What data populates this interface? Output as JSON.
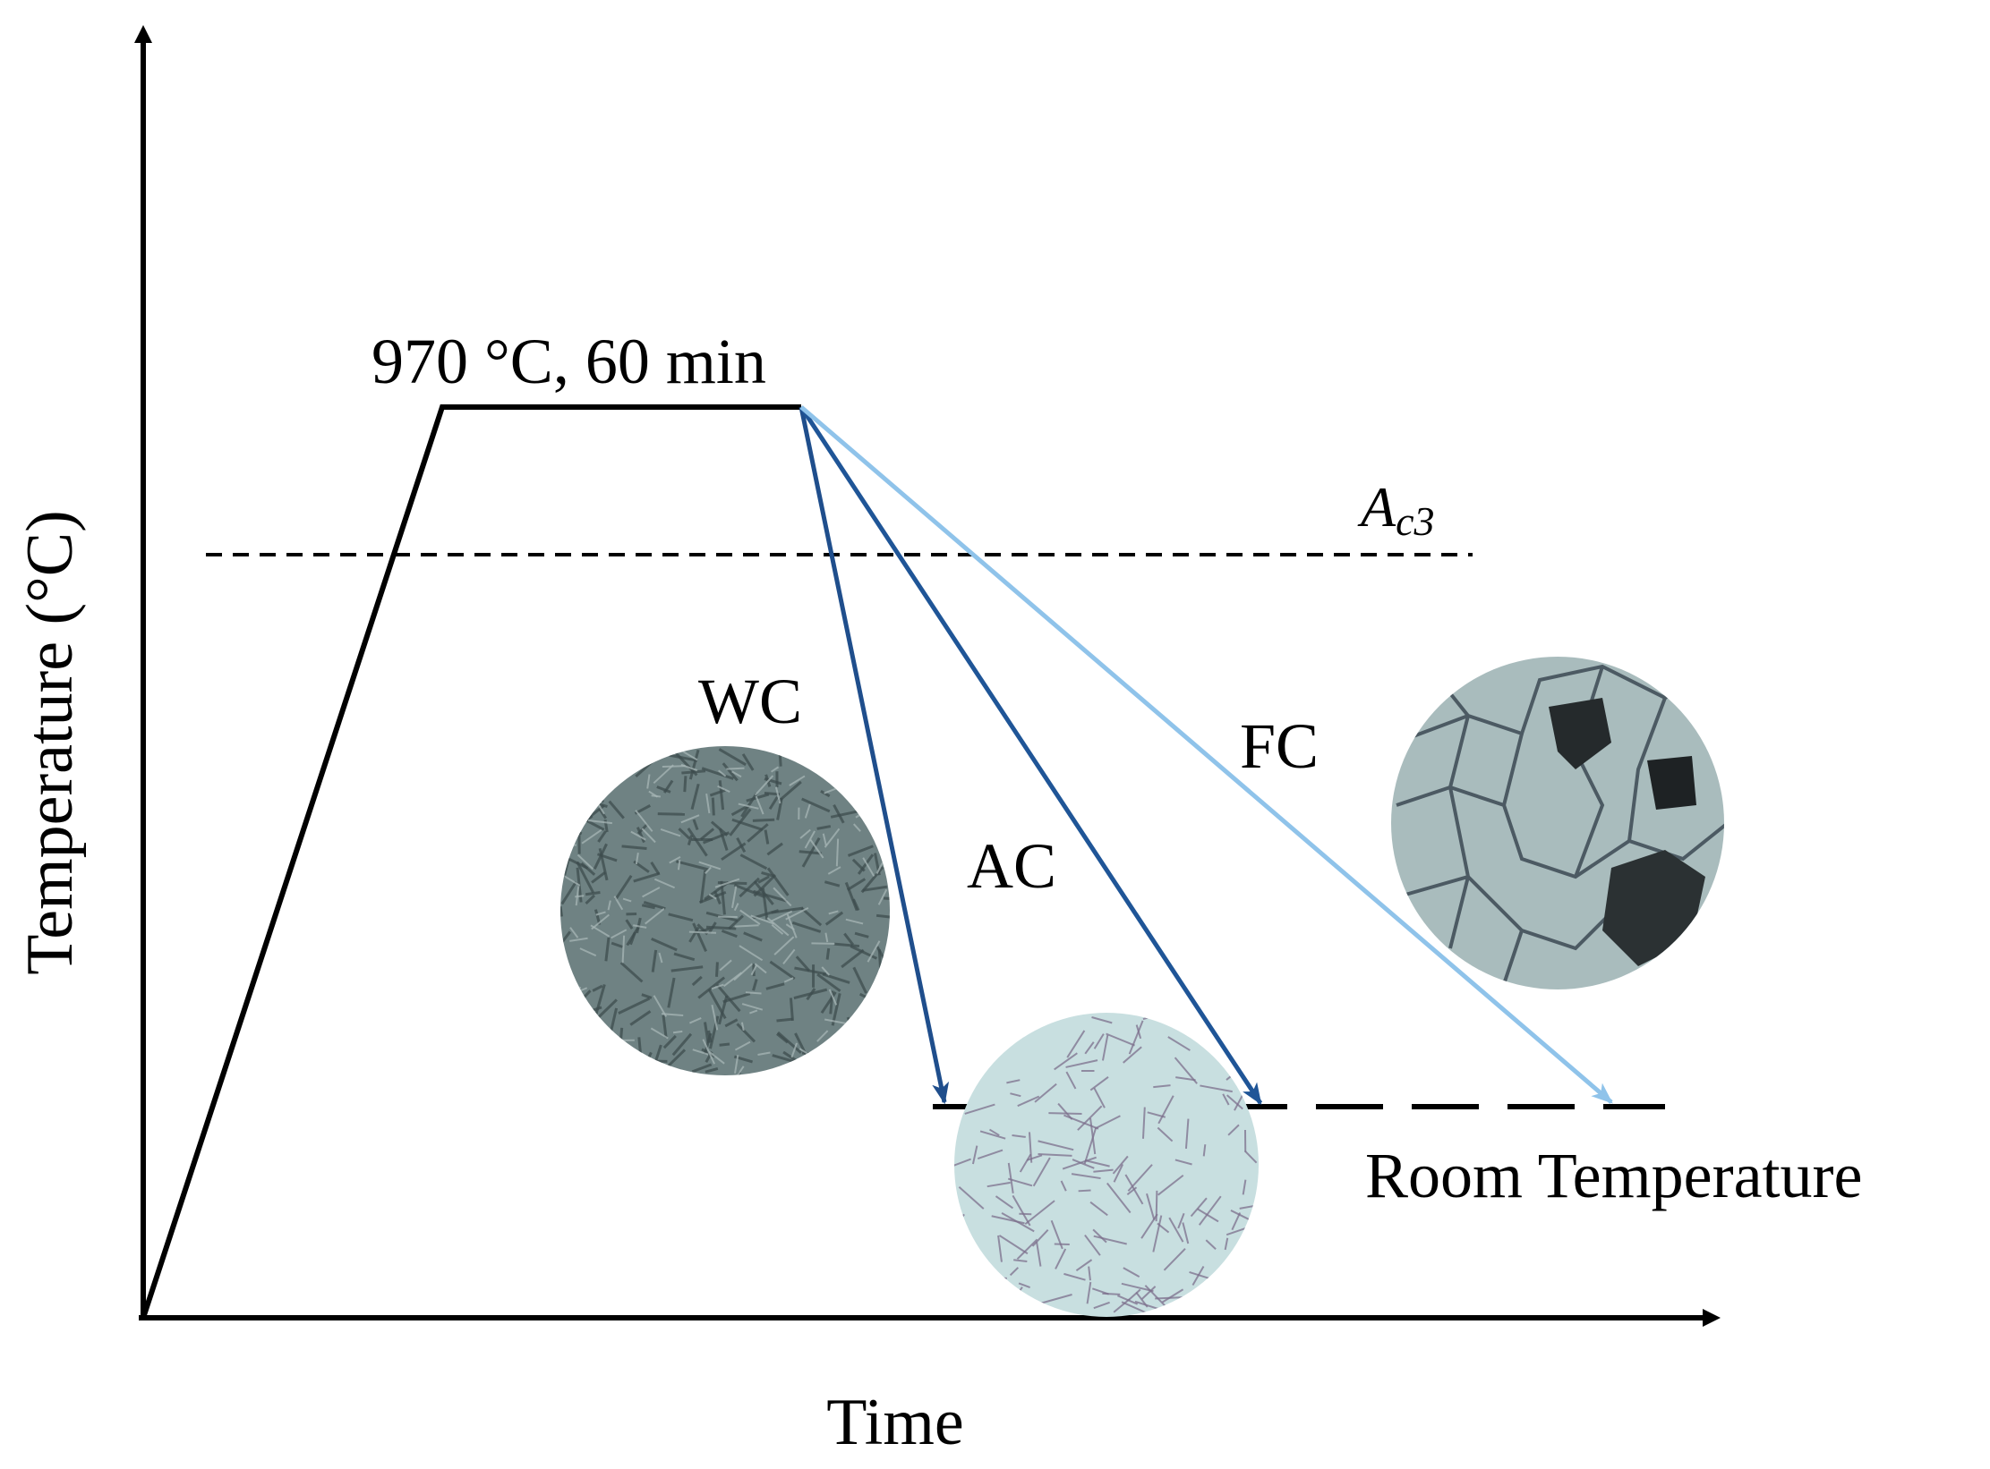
{
  "axes": {
    "y_label": "Temperature (°C)",
    "x_label": "Time"
  },
  "annotations": {
    "soak": "970 °C,  60 min",
    "ac3_main": "A",
    "ac3_sub": "c3",
    "room_temperature": "Room Temperature"
  },
  "cooling_paths": [
    {
      "label": "WC",
      "color": "#1f4e8c"
    },
    {
      "label": "AC",
      "color": "#1f5597"
    },
    {
      "label": "FC",
      "color": "#8fc3ea"
    }
  ],
  "micrographs": [
    {
      "name": "WC",
      "base_color": "#6f8283",
      "line_color": "#3d4c4e"
    },
    {
      "name": "AC",
      "base_color": "#c8dfe0",
      "line_color": "#7c6f8c"
    },
    {
      "name": "FC",
      "base_color": "#a9bcbd",
      "line_color": "#4c5a63"
    }
  ],
  "colors": {
    "axis": "#000000",
    "line": "#000000"
  }
}
